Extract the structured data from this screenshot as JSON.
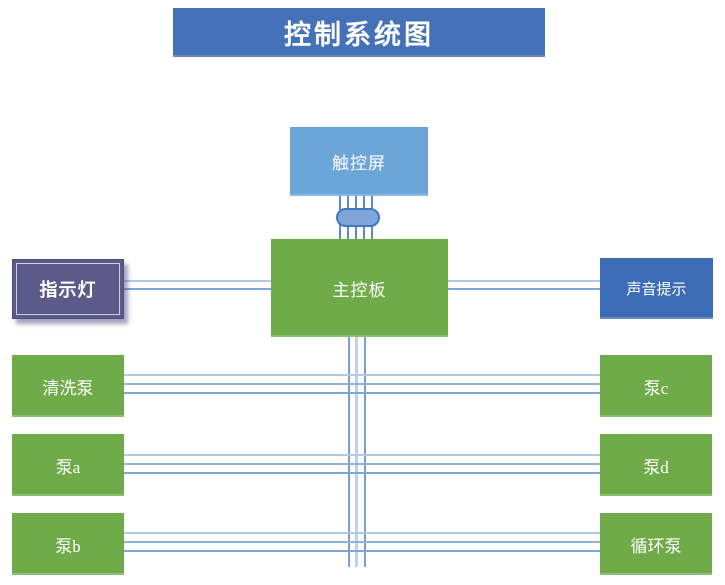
{
  "title": "控制系统图",
  "palette": {
    "title_blue": "#4471B8",
    "touchscreen_blue": "#6CA6D9",
    "board_green": "#6FAC49",
    "indicator_purple": "#5C5A88",
    "sound_blue": "#3D6CB6",
    "connector_fill": "#7FA5DA",
    "connector_border": "#4477BE",
    "wire_blue": "#8FB3DC"
  },
  "nodes": {
    "touchscreen": "触控屏",
    "main_board": "主控板",
    "indicator_light": "指示灯",
    "sound_alert": "声音提示",
    "left_column": [
      "清洗泵",
      "泵a",
      "泵b"
    ],
    "right_column": [
      "泵c",
      "泵d",
      "循环泵"
    ]
  },
  "edges": [
    {
      "from": "触控屏",
      "to": "主控板",
      "wires": 5,
      "via": "连接器"
    },
    {
      "from": "主控板",
      "to": "指示灯",
      "wires": 2
    },
    {
      "from": "主控板",
      "to": "声音提示",
      "wires": 2
    },
    {
      "from": "主控板",
      "to": "清洗泵",
      "wires": 3
    },
    {
      "from": "主控板",
      "to": "泵c",
      "wires": 3
    },
    {
      "from": "主控板",
      "to": "泵a",
      "wires": 3
    },
    {
      "from": "主控板",
      "to": "泵d",
      "wires": 3
    },
    {
      "from": "主控板",
      "to": "泵b",
      "wires": 3
    },
    {
      "from": "主控板",
      "to": "循环泵",
      "wires": 3
    }
  ]
}
